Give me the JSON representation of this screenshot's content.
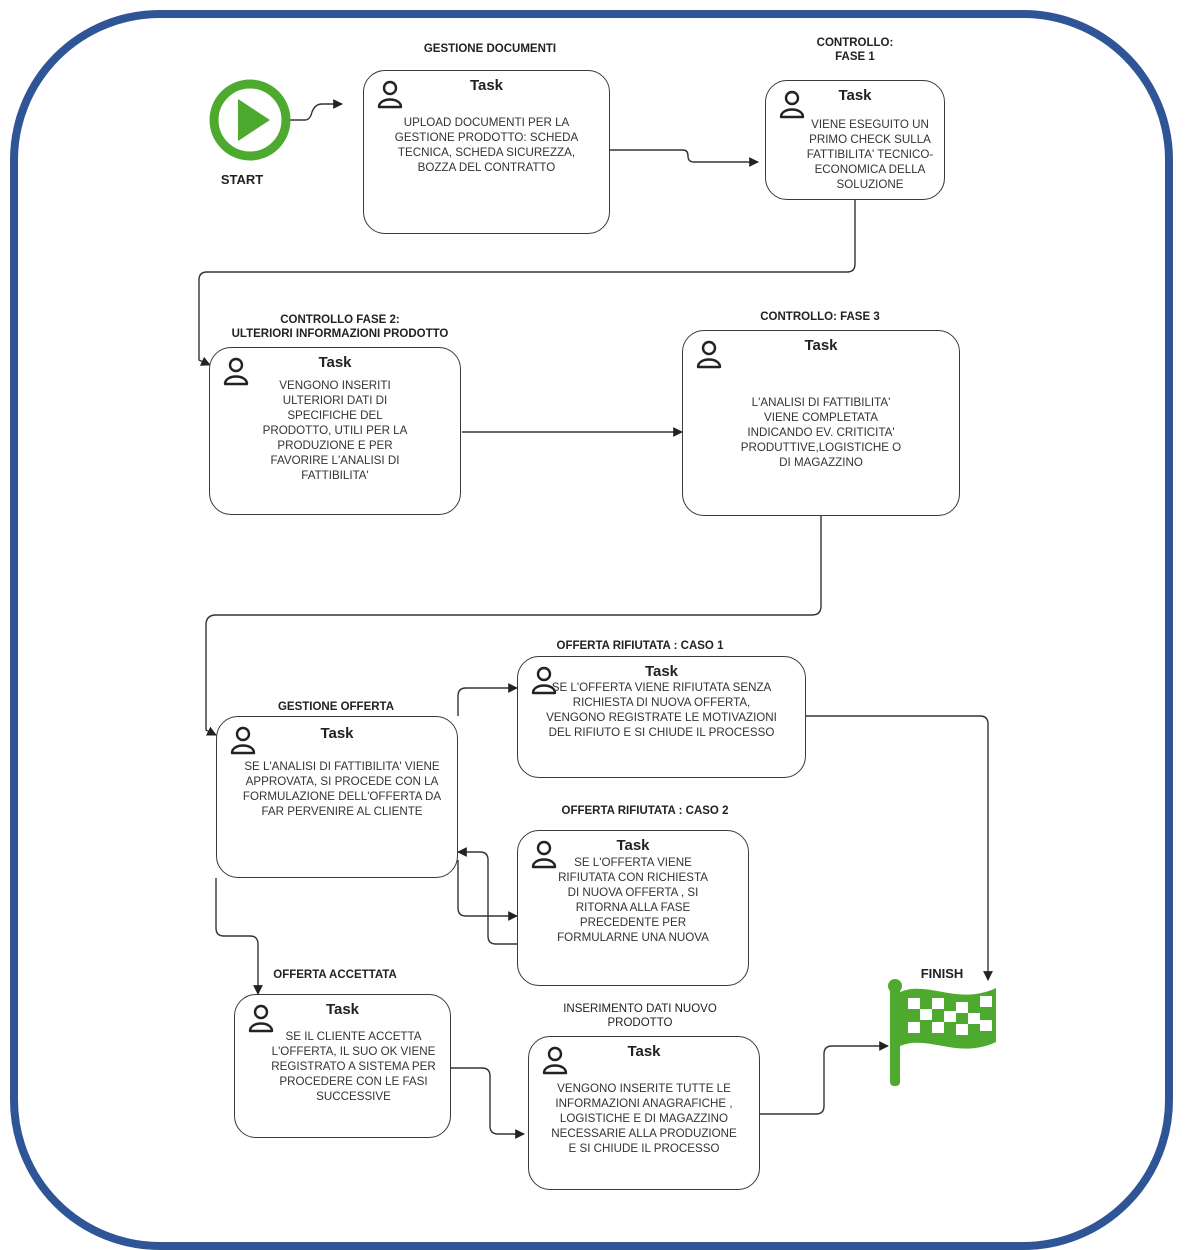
{
  "start": {
    "label": "START",
    "color": "#4daa2e",
    "icon": "play-icon"
  },
  "finish": {
    "label": "FINISH",
    "color": "#4daa2e",
    "icon": "checkered-flag-icon"
  },
  "frame_color": "#2f5597",
  "task_label": "Task",
  "captions": {
    "gestione_documenti": "GESTIONE DOCUMENTI",
    "controllo_fase1_a": "CONTROLLO:",
    "controllo_fase1_b": "FASE 1",
    "controllo_fase2_a": "CONTROLLO FASE 2:",
    "controllo_fase2_b": "ULTERIORI INFORMAZIONI PRODOTTO",
    "controllo_fase3": "CONTROLLO: FASE 3",
    "gestione_offerta": "GESTIONE OFFERTA",
    "offerta_rifiutata_caso1": "OFFERTA RIFIUTATA : CASO 1",
    "offerta_rifiutata_caso2": "OFFERTA RIFIUTATA : CASO 2",
    "offerta_accettata": "OFFERTA ACCETTATA",
    "inserimento_a": "INSERIMENTO DATI NUOVO",
    "inserimento_b": "PRODOTTO"
  },
  "tasks": {
    "upload": "UPLOAD DOCUMENTI PER LA GESTIONE PRODOTTO: SCHEDA TECNICA, SCHEDA SICUREZZA, BOZZA DEL CONTRATTO",
    "fase1": "VIENE ESEGUITO UN PRIMO CHECK SULLA FATTIBILITA' TECNICO-ECONOMICA DELLA SOLUZIONE",
    "fase2": "VENGONO INSERITI ULTERIORI DATI DI SPECIFICHE DEL PRODOTTO, UTILI PER LA PRODUZIONE E PER FAVORIRE L'ANALISI DI FATTIBILITA'",
    "fase3": "L'ANALISI DI FATTIBILITA' VIENE COMPLETATA INDICANDO EV. CRITICITA' PRODUTTIVE,LOGISTICHE O DI MAGAZZINO",
    "offerta": "SE L'ANALISI DI FATTIBILITA' VIENE APPROVATA, SI PROCEDE CON LA FORMULAZIONE DELL'OFFERTA DA FAR PERVENIRE AL CLIENTE",
    "caso1": "SE L'OFFERTA VIENE RIFIUTATA SENZA RICHIESTA DI NUOVA OFFERTA, VENGONO REGISTRATE LE MOTIVAZIONI DEL RIFIUTO E SI CHIUDE IL PROCESSO",
    "caso2": "SE L'OFFERTA VIENE RIFIUTATA CON RICHIESTA DI NUOVA OFFERTA , SI RITORNA ALLA FASE PRECEDENTE PER FORMULARNE UNA NUOVA",
    "accettata": "SE IL CLIENTE ACCETTA L'OFFERTA, IL SUO OK VIENE REGISTRATO A SISTEMA PER PROCEDERE CON LE FASI SUCCESSIVE",
    "inserimento": "VENGONO INSERITE TUTTE LE INFORMAZIONI ANAGRAFICHE , LOGISTICHE E DI MAGAZZINO NECESSARIE ALLA PRODUZIONE E SI CHIUDE IL PROCESSO"
  }
}
